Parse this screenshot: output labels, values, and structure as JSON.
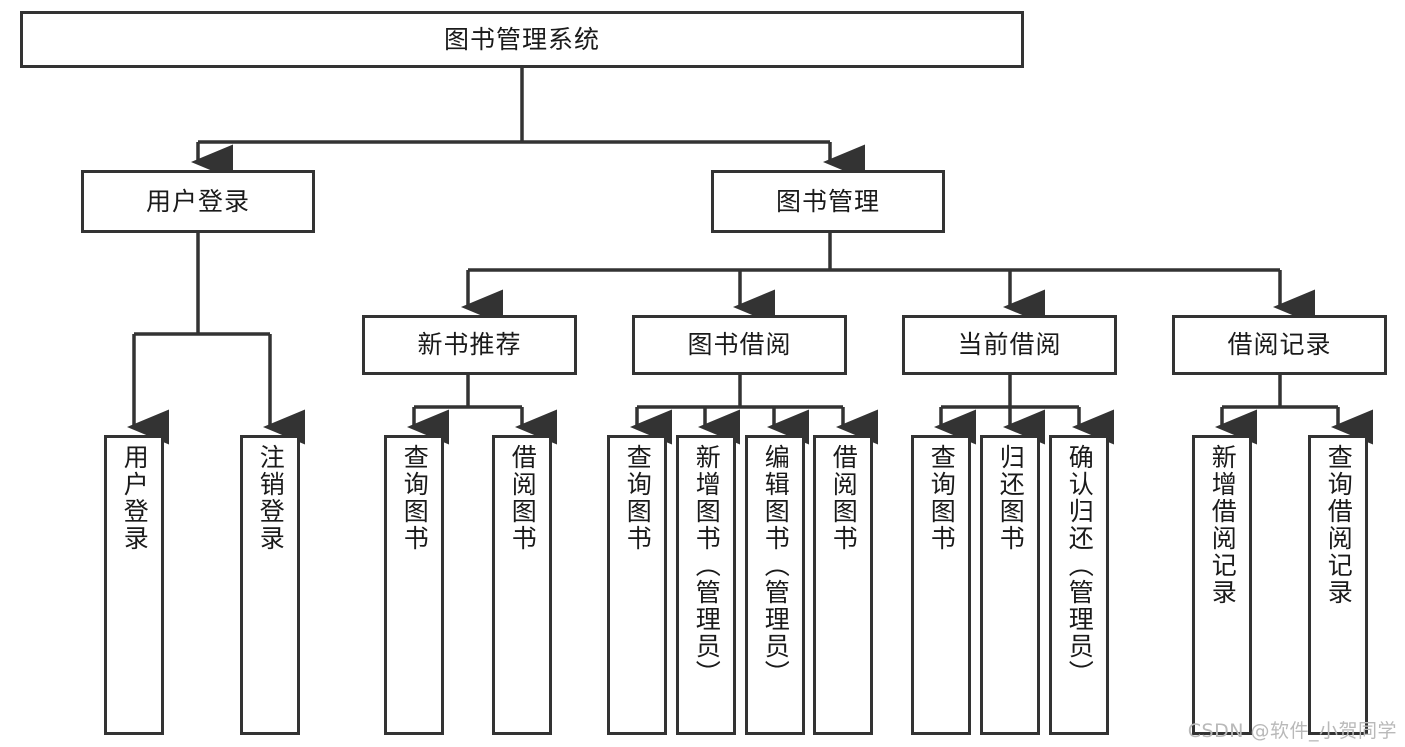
{
  "diagram": {
    "type": "tree",
    "title": "图书管理系统",
    "watermark": "CSDN @软件_小贺同学",
    "colors": {
      "box_border": "#333333",
      "box_fill": "#ffffff",
      "connector": "#333333",
      "text": "#1a1a1a",
      "watermark": "#b9b9b9"
    },
    "nodes": {
      "root": {
        "label": "图书管理系统"
      },
      "level2": [
        {
          "label": "用户登录"
        },
        {
          "label": "图书管理"
        }
      ],
      "level3": [
        {
          "label": "新书推荐"
        },
        {
          "label": "图书借阅"
        },
        {
          "label": "当前借阅"
        },
        {
          "label": "借阅记录"
        }
      ],
      "leaves": {
        "user_login": [
          {
            "label": "用户登录"
          },
          {
            "label": "注销登录"
          }
        ],
        "new_book": [
          {
            "label": "查询图书"
          },
          {
            "label": "借阅图书"
          }
        ],
        "book_borrow": [
          {
            "label": "查询图书"
          },
          {
            "label": "新增图书（管理员）"
          },
          {
            "label": "编辑图书（管理员）"
          },
          {
            "label": "借阅图书"
          }
        ],
        "current_borrow": [
          {
            "label": "查询图书"
          },
          {
            "label": "归还图书"
          },
          {
            "label": "确认归还（管理员）"
          }
        ],
        "borrow_record": [
          {
            "label": "新增借阅记录"
          },
          {
            "label": "查询借阅记录"
          }
        ]
      }
    }
  }
}
